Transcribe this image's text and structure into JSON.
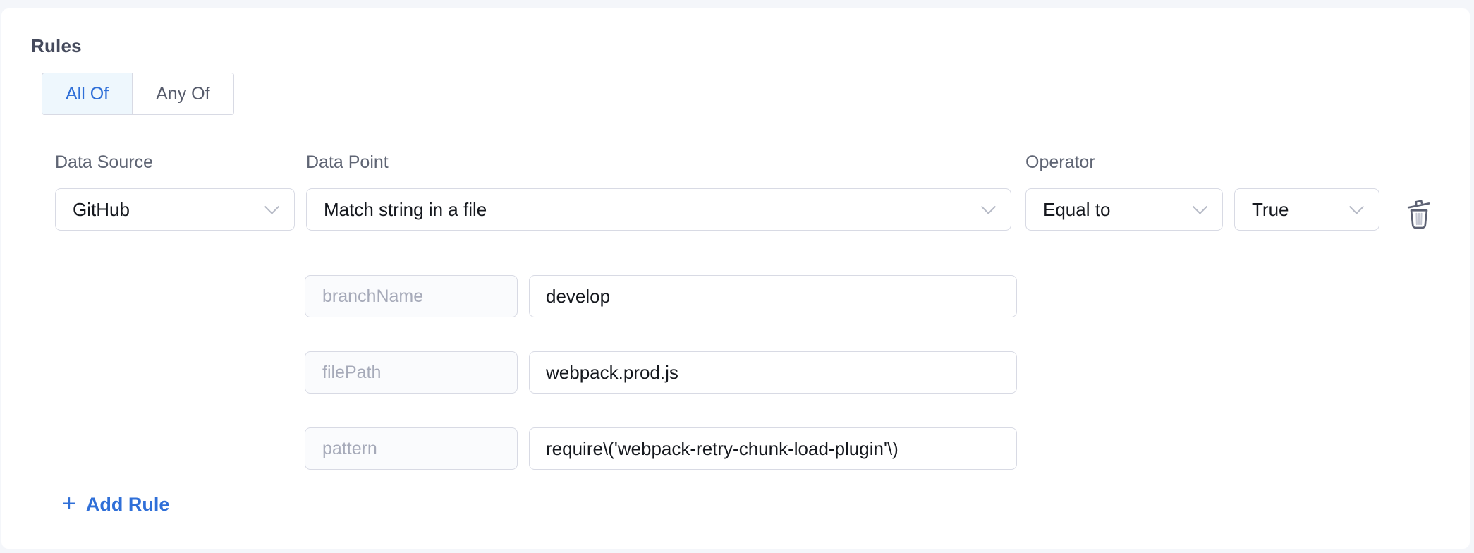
{
  "rules": {
    "title": "Rules",
    "match_options": [
      {
        "label": "All Of",
        "selected": true
      },
      {
        "label": "Any Of",
        "selected": false
      }
    ],
    "rule": {
      "data_source": {
        "label": "Data Source",
        "value": "GitHub"
      },
      "data_point": {
        "label": "Data Point",
        "value": "Match string in a file"
      },
      "operator": {
        "label": "Operator",
        "value": "Equal to"
      },
      "operator_value": "True",
      "params": [
        {
          "name": "branchName",
          "value": "develop"
        },
        {
          "name": "filePath",
          "value": "webpack.prod.js"
        },
        {
          "name": "pattern",
          "value": "require\\('webpack-retry-chunk-load-plugin'\\)"
        }
      ]
    },
    "add_rule_label": "Add Rule"
  },
  "icons": {
    "delete": "trash-icon",
    "select_arrow": "chevron-down-icon",
    "add": "plus-icon"
  },
  "colors": {
    "page_background": "#f4f6fa",
    "card_background": "#ffffff",
    "accent_blue": "#2f6fd8",
    "selected_segment_background": "#eef7fd",
    "border": "#d8dae4",
    "heading_text": "#454a5c",
    "label_text": "#5f6574",
    "value_text": "#15181e",
    "muted_text": "#a6aab9"
  }
}
